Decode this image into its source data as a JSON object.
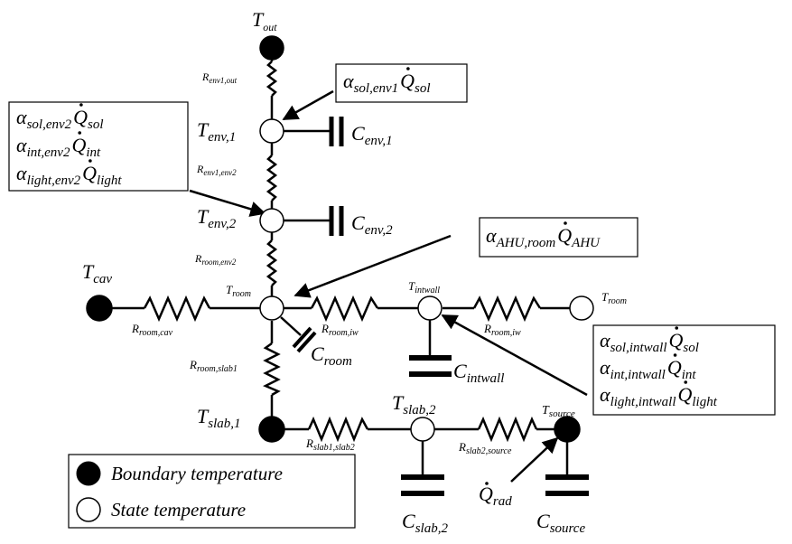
{
  "nodes": {
    "t_out": {
      "sym": "T",
      "sub": "out"
    },
    "t_env1": {
      "sym": "T",
      "sub": "env,1"
    },
    "t_env2": {
      "sym": "T",
      "sub": "env,2"
    },
    "t_cav": {
      "sym": "T",
      "sub": "cav"
    },
    "t_room": {
      "sym": "T",
      "sub": "room"
    },
    "t_intwall": {
      "sym": "T",
      "sub": "intwall"
    },
    "t_room2": {
      "sym": "T",
      "sub": "room"
    },
    "t_slab1": {
      "sym": "T",
      "sub": "slab,1"
    },
    "t_slab2": {
      "sym": "T",
      "sub": "slab,2"
    },
    "t_source": {
      "sym": "T",
      "sub": "source"
    }
  },
  "resistors": {
    "r_env1_out": {
      "sym": "R",
      "sub": "env1,out"
    },
    "r_env1_env2": {
      "sym": "R",
      "sub": "env1,env2"
    },
    "r_room_env2": {
      "sym": "R",
      "sub": "room,env2"
    },
    "r_room_cav": {
      "sym": "R",
      "sub": "room,cav"
    },
    "r_room_iw1": {
      "sym": "R",
      "sub": "room,iw"
    },
    "r_room_iw2": {
      "sym": "R",
      "sub": "room,iw"
    },
    "r_room_slab1": {
      "sym": "R",
      "sub": "room,slab1"
    },
    "r_slab1_slab2": {
      "sym": "R",
      "sub": "slab1,slab2"
    },
    "r_slab2_source": {
      "sym": "R",
      "sub": "slab2,source"
    }
  },
  "capacitors": {
    "c_env1": {
      "sym": "C",
      "sub": "env,1"
    },
    "c_env2": {
      "sym": "C",
      "sub": "env,2"
    },
    "c_room": {
      "sym": "C",
      "sub": "room"
    },
    "c_intwall": {
      "sym": "C",
      "sub": "intwall"
    },
    "c_slab2": {
      "sym": "C",
      "sub": "slab,2"
    },
    "c_source": {
      "sym": "C",
      "sub": "source"
    }
  },
  "gains": {
    "env1": [
      {
        "alpha_sub": "sol,env1",
        "q_sub": "sol"
      }
    ],
    "env2": [
      {
        "alpha_sub": "sol,env2",
        "q_sub": "sol"
      },
      {
        "alpha_sub": "int,env2",
        "q_sub": "int"
      },
      {
        "alpha_sub": "light,env2",
        "q_sub": "light"
      }
    ],
    "room": [
      {
        "alpha_sub": "AHU,room",
        "q_sub": "AHU"
      }
    ],
    "intwall": [
      {
        "alpha_sub": "sol,intwall",
        "q_sub": "sol"
      },
      {
        "alpha_sub": "int,intwall",
        "q_sub": "int"
      },
      {
        "alpha_sub": "light,intwall",
        "q_sub": "light"
      }
    ],
    "rad": {
      "q_sub": "rad"
    }
  },
  "symbols": {
    "alpha": "α",
    "q": "Q",
    "dot": "˙"
  },
  "legend": {
    "boundary": "Boundary temperature",
    "state": "State temperature"
  }
}
